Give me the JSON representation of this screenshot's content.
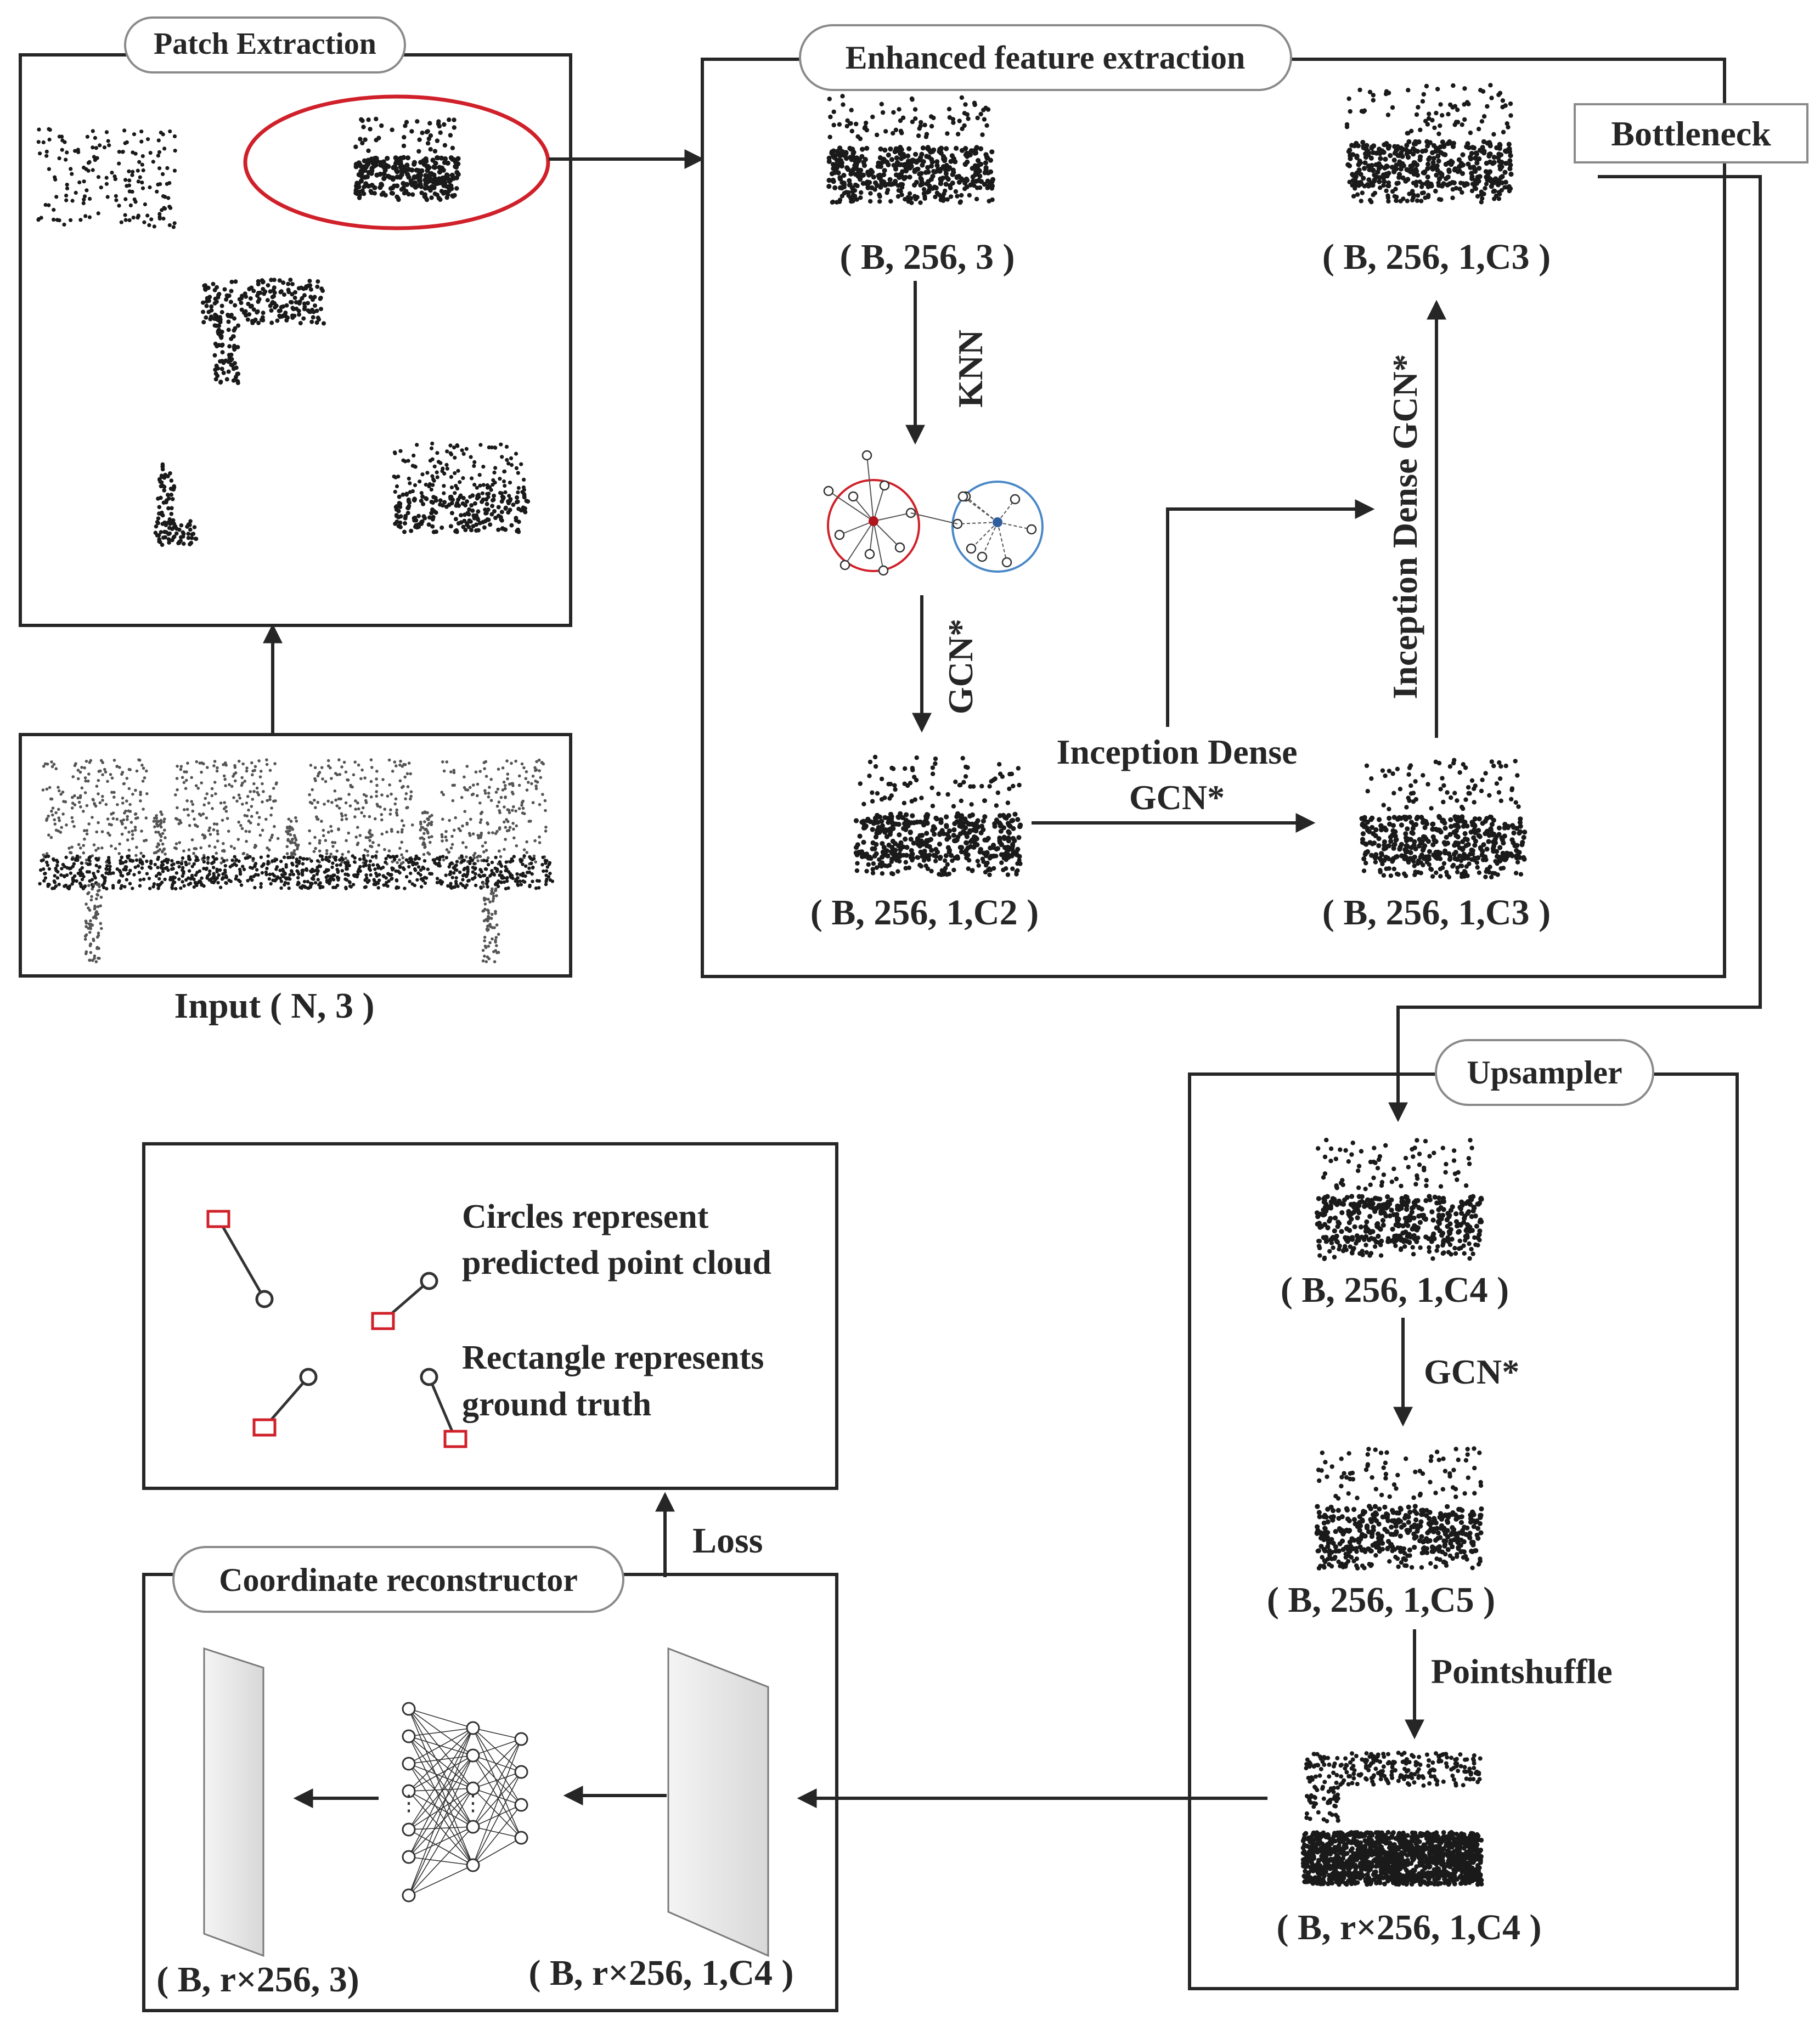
{
  "patch_extraction": {
    "title": "Patch Extraction"
  },
  "input": {
    "label": "Input ( N, 3 )"
  },
  "enhanced": {
    "title": "Enhanced feature extraction",
    "shape_in": "( B, 256, 3 )",
    "knn": "KNN",
    "gcn_star": "GCN*",
    "shape_c2": "( B, 256, 1,C2 )",
    "inception_line1": "Inception Dense",
    "inception_line2": "GCN*",
    "inception_vertical": "Inception Dense GCN*",
    "shape_c3_bottom": "( B, 256, 1,C3 )",
    "shape_c3_top": "( B, 256, 1,C3 )"
  },
  "bottleneck": {
    "label": "Bottleneck"
  },
  "upsampler": {
    "title": "Upsampler",
    "shape_c4": "( B, 256, 1,C4 )",
    "gcn_star": "GCN*",
    "shape_c5": "( B, 256, 1,C5 )",
    "pointshuffle": "Pointshuffle",
    "shape_out": "( B, r×256, 1,C4 )"
  },
  "coordinate": {
    "title": "Coordinate reconstructor",
    "loss": "Loss",
    "shape_features": "( B, r×256, 1,C4 )",
    "shape_output": "( B, r×256, 3)"
  },
  "legend": {
    "line1": "Circles represent",
    "line2": "predicted point cloud",
    "line3": "Rectangle represents",
    "line4": "ground truth"
  },
  "colors": {
    "line": "#262626",
    "highlight_red": "#d0202a",
    "cluster_blue": "#4a88c7",
    "plane": "#e6e6e6"
  },
  "icons": [
    "point-cloud-patch-icon",
    "knn-graph-icon",
    "mlp-network-icon",
    "feature-plane-icon"
  ]
}
